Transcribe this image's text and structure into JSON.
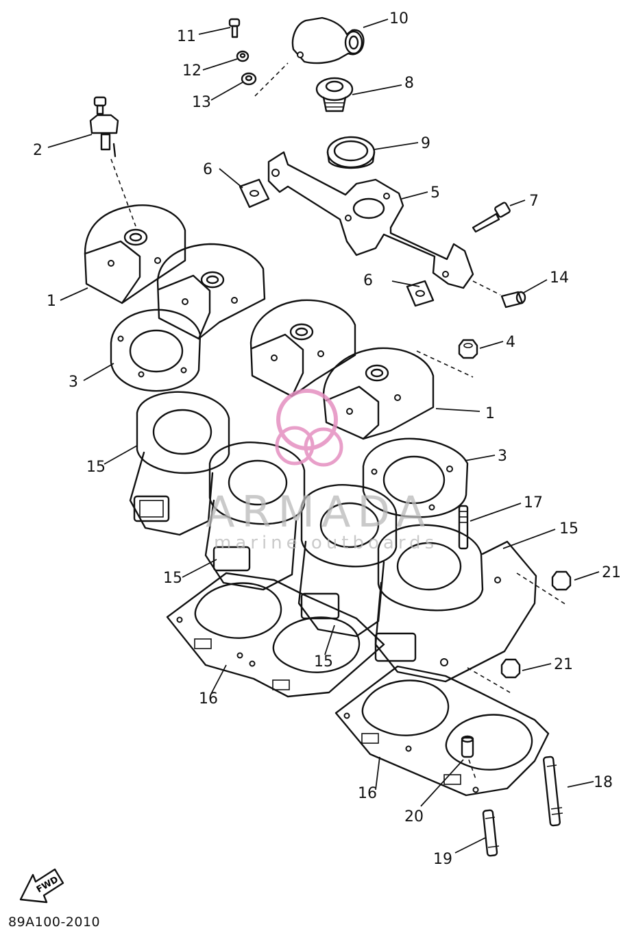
{
  "drawing_number": "89A100-2010",
  "watermark": {
    "brand": "ARMADA",
    "tagline": "marine outboards",
    "color": "#e48fc0",
    "text_color": "#b9b9b9"
  },
  "fwd_label": "FWD",
  "callouts": [
    {
      "id": "c1a",
      "label": "1"
    },
    {
      "id": "c1b",
      "label": "1"
    },
    {
      "id": "c2",
      "label": "2"
    },
    {
      "id": "c3a",
      "label": "3"
    },
    {
      "id": "c3b",
      "label": "3"
    },
    {
      "id": "c4",
      "label": "4"
    },
    {
      "id": "c5",
      "label": "5"
    },
    {
      "id": "c6a",
      "label": "6"
    },
    {
      "id": "c6b",
      "label": "6"
    },
    {
      "id": "c7",
      "label": "7"
    },
    {
      "id": "c8",
      "label": "8"
    },
    {
      "id": "c9",
      "label": "9"
    },
    {
      "id": "c10",
      "label": "10"
    },
    {
      "id": "c11",
      "label": "11"
    },
    {
      "id": "c12",
      "label": "12"
    },
    {
      "id": "c13",
      "label": "13"
    },
    {
      "id": "c14",
      "label": "14"
    },
    {
      "id": "c15a",
      "label": "15"
    },
    {
      "id": "c15b",
      "label": "15"
    },
    {
      "id": "c15c",
      "label": "15"
    },
    {
      "id": "c15d",
      "label": "15"
    },
    {
      "id": "c16a",
      "label": "16"
    },
    {
      "id": "c16b",
      "label": "16"
    },
    {
      "id": "c17",
      "label": "17"
    },
    {
      "id": "c18",
      "label": "18"
    },
    {
      "id": "c19",
      "label": "19"
    },
    {
      "id": "c20",
      "label": "20"
    },
    {
      "id": "c21a",
      "label": "21"
    },
    {
      "id": "c21b",
      "label": "21"
    }
  ]
}
